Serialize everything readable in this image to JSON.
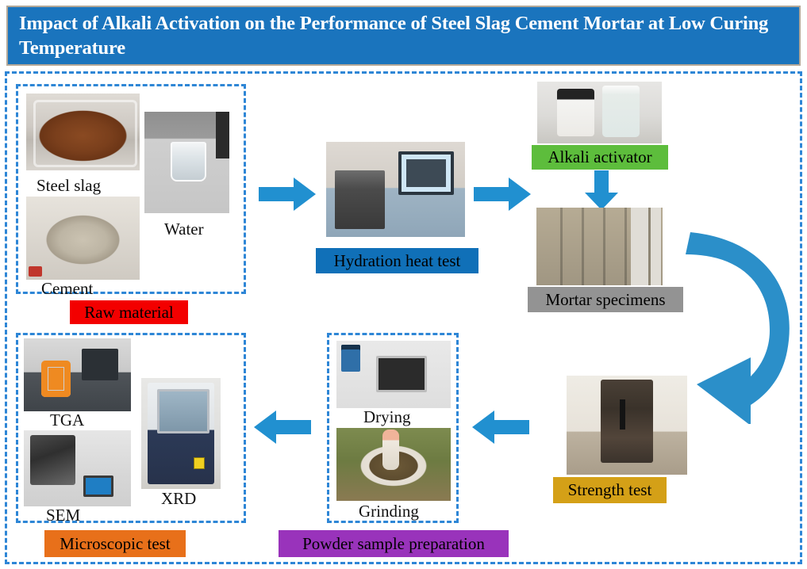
{
  "title": {
    "text": "Impact of Alkali Activation on the Performance of Steel Slag Cement Mortar at Low Curing Temperature",
    "bar_color": "#1a74bd",
    "text_color": "#ffffff"
  },
  "theme": {
    "frame_dash_color": "#2e86d6",
    "arrow_color": "#2190d0",
    "curved_arrow_color": "#2b8fc9"
  },
  "groups": [
    {
      "id": "raw-material",
      "label": "Raw material",
      "color": "#f30000",
      "text_color": "#000000"
    },
    {
      "id": "microscopic-test",
      "label": "Microscopic test",
      "color": "#e8701a",
      "text_color": "#000000"
    },
    {
      "id": "powder-sample-prep",
      "label": "Powder sample preparation",
      "color": "#9933bb",
      "text_color": "#000000"
    }
  ],
  "stages": {
    "hydration_heat_test": {
      "label": "Hydration heat test",
      "color": "#1070b8",
      "text_color": "#000000"
    },
    "alkali_activator": {
      "label": "Alkali activator",
      "color": "#5dbd3c",
      "text_color": "#000000"
    },
    "mortar_specimens": {
      "label": "Mortar specimens",
      "color": "#939393",
      "text_color": "#000000"
    },
    "strength_test": {
      "label": "Strength test",
      "color": "#d4a017",
      "text_color": "#000000"
    }
  },
  "photos": {
    "steel_slag": {
      "caption": "Steel slag",
      "alt": "steel-slag-photo"
    },
    "water": {
      "caption": "Water",
      "alt": "water-beaker-photo"
    },
    "cement": {
      "caption": "Cement",
      "alt": "cement-powder-photo"
    },
    "calorimeter": {
      "caption": "",
      "alt": "hydration-calorimeter-photo"
    },
    "activator": {
      "caption": "",
      "alt": "alkali-activator-bottles-photo"
    },
    "specimens": {
      "caption": "",
      "alt": "mortar-specimen-bars-photo"
    },
    "press": {
      "caption": "",
      "alt": "compression-press-photo"
    },
    "drying": {
      "caption": "Drying",
      "alt": "drying-oven-photo"
    },
    "grinding": {
      "caption": "Grinding",
      "alt": "mortar-and-pestle-photo"
    },
    "tga": {
      "caption": "TGA",
      "alt": "tga-instrument-photo"
    },
    "sem": {
      "caption": "SEM",
      "alt": "sem-instrument-photo"
    },
    "xrd": {
      "caption": "XRD",
      "alt": "xrd-diffractometer-photo"
    }
  },
  "flow": {
    "arrows": [
      {
        "name": "arrow-raw-to-hydration",
        "direction": "right"
      },
      {
        "name": "arrow-hydration-to-alkali",
        "direction": "right"
      },
      {
        "name": "arrow-activator-to-specimens",
        "direction": "down"
      },
      {
        "name": "arrow-specimens-to-strength",
        "direction": "curved-down-left"
      },
      {
        "name": "arrow-strength-to-powder",
        "direction": "left"
      },
      {
        "name": "arrow-powder-to-microscopic",
        "direction": "left"
      }
    ]
  }
}
